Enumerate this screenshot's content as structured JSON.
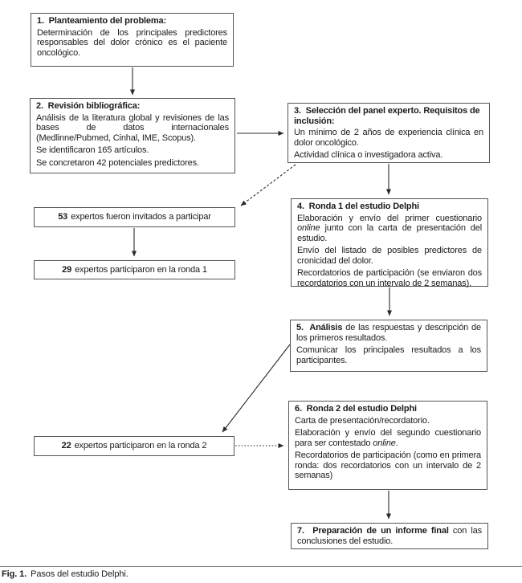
{
  "figure_caption": {
    "label": "Fig. 1.",
    "text": "Pasos del estudio Delphi."
  },
  "boxes": {
    "step1": {
      "title": "1.  Planteamiento del problema:",
      "body": "Determinación de los principales predictores responsables del dolor crónico es el paciente oncológico."
    },
    "step2": {
      "title": "2.  Revisión bibliográfica:",
      "p1": "Análisis de la literatura global y revisiones de las bases de datos internacionales (Medlinne/Pubmed, Cinhal, IME, Scopus).",
      "p2": "Se identificaron 165 artículos.",
      "p3": "Se concretaron 42 potenciales predictores."
    },
    "step3": {
      "title": "3.  Selección del panel experto. Requisitos de inclusión:",
      "p1": "Un mínimo de 2 años de experiencia clínica en dolor oncológico.",
      "p2": "Actividad clínica o investigadora activa."
    },
    "experts_invited": {
      "num": "53",
      "text": "expertos fueron invitados a participar"
    },
    "experts_round1": {
      "num": "29",
      "text": "expertos participaron en la ronda 1"
    },
    "step4": {
      "title": "4.  Ronda 1 del estudio Delphi",
      "p1_pre": "Elaboración y envío del primer cuestionario ",
      "p1_italic": "online",
      "p1_post": " junto con la carta de presentación del estudio.",
      "p2": "Envío del listado de posibles predictores de cronicidad del dolor.",
      "p3": "Recordatorios de participación (se enviaron dos recordatorios con un intervalo de 2 semanas)."
    },
    "step5": {
      "lead": "5.  Análisis",
      "p1_rest": " de las respuestas y descripción de los primeros resultados.",
      "p2": "Comunicar los principales resultados a los participantes."
    },
    "step6": {
      "title": "6.  Ronda 2 del estudio Delphi",
      "p1": "Carta de presentación/recordatorio.",
      "p2_pre": "Elaboración y envío del segundo cuestionario para ser contestado ",
      "p2_italic": "online",
      "p2_post": ".",
      "p3": "Recordatorios de participación (como en primera ronda: dos recordatorios con un intervalo de 2 semanas)"
    },
    "experts_round2": {
      "num": "22",
      "text": "expertos participaron en la ronda 2"
    },
    "step7": {
      "lead": "7.  Preparación de un informe final",
      "rest": " con las conclusiones del estudio."
    }
  },
  "colors": {
    "box_border": "#545454",
    "connector": "#2a2a2a",
    "text": "#1b1b1b",
    "background": "#ffffff"
  }
}
